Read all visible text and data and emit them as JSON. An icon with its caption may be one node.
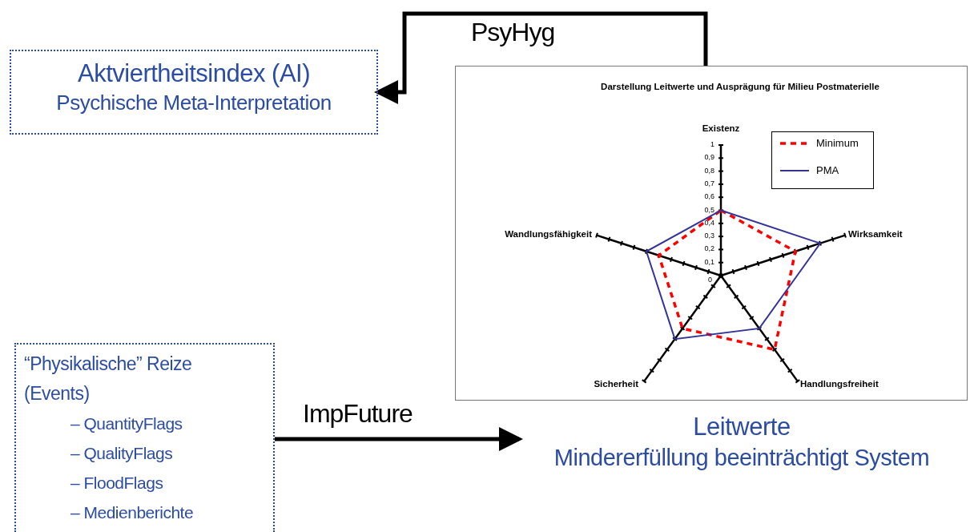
{
  "diagram": {
    "nodes": [
      {
        "text": [
          "Aktviertheitsindex (AI)",
          "Psychische Meta-Interpretation"
        ]
      },
      {
        "text": [],
        "shape": "box"
      },
      {
        "text": [
          "“Physikalische” Reize (Events)",
          "– QuantityFlags",
          "– QualityFlags",
          "– FloodFlags",
          "– Medienberichte"
        ]
      },
      {
        "text": [
          "Leitwerte",
          "Mindererfüllung beeinträchtigt System"
        ]
      }
    ],
    "edges": [
      {
        "from": 1,
        "to": 0,
        "arrow": "to",
        "label": "PsyHyg"
      },
      {
        "from": 2,
        "to": 3,
        "arrow": "to",
        "label": "ImpFuture"
      }
    ],
    "labels": [
      "Darstellung Leitwerte und Ausprägung für Milieu Postmaterielle",
      "Existenz",
      "1",
      "0,9",
      "0,8",
      "0,7",
      "0,6",
      "0,5",
      "0,4",
      "Wandlungsfähigkeit",
      "0,3",
      "Wirksamkeit",
      "0,2",
      "0,1",
      "0",
      "Sicherheit",
      "Handlungsfreiheit"
    ],
    "legend": [
      {
        "text": "Minimum"
      },
      {
        "text": "PMA"
      }
    ]
  }
}
